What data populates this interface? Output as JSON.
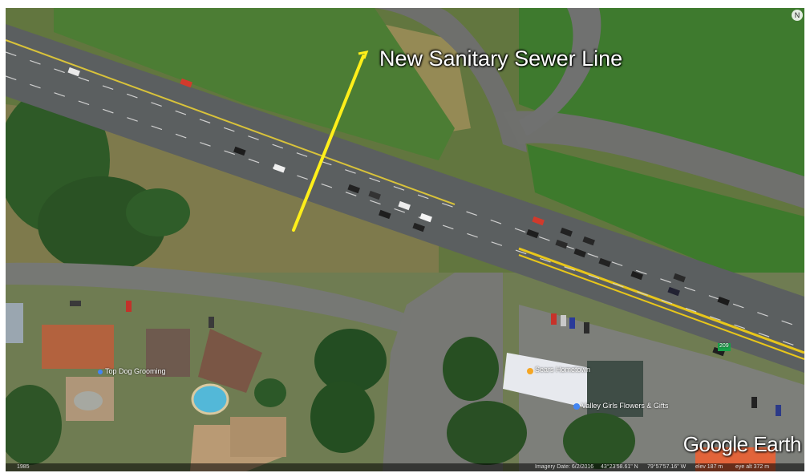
{
  "annotation": {
    "label": "New Sanitary Sewer Line",
    "line_color": "#ffef1a"
  },
  "branding": {
    "logo_text": "Google Earth"
  },
  "poi": {
    "florist_label": "Valley Girls Flowers & Gifts",
    "store_label": "Sears Hometown",
    "grooming_label": "Top Dog Grooming",
    "route_shield": "209"
  },
  "attribution": {
    "year": "1985",
    "imagery_date": "Imagery Date: 6/2/2016",
    "lat": "43°23'58.61\" N",
    "lon": "79°57'57.16\" W",
    "elev": "elev 187 m",
    "eye_alt": "eye alt 372 m"
  },
  "compass": "N",
  "colors": {
    "highway": "#595d5d",
    "shoulder": "#7c7f79",
    "grass": "#4e6f35",
    "dry_grass": "#8f8a5a",
    "trees": "#2f5a26",
    "pool": "#53b8d8"
  }
}
